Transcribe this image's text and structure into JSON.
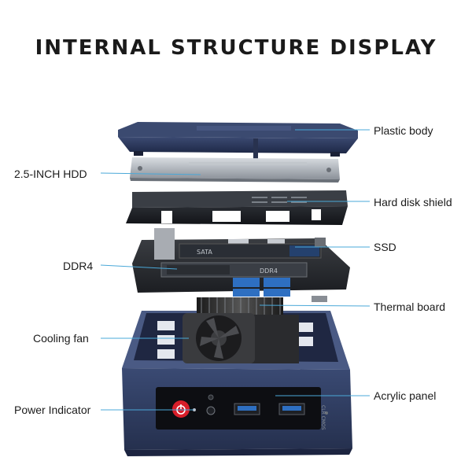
{
  "title": "INTERNAL STRUCTURE DISPLAY",
  "colors": {
    "line_accent": "#4aa8d8",
    "chassis_blue": "#2f3f66",
    "power_red": "#d81e2a"
  },
  "labels": {
    "plastic_body": "Plastic body",
    "hdd": "2.5-INCH HDD",
    "hard_disk_shield": "Hard disk shield",
    "ssd": "SSD",
    "ddr4": "DDR4",
    "thermal_board": "Thermal board",
    "cooling_fan": "Cooling fan",
    "acrylic_panel": "Acrylic panel",
    "power_indicator": "Power Indicator"
  },
  "printed_text": {
    "ssd_chip": "SATA",
    "ram_chip": "DDR4",
    "clr_cmos": "CLR CMOS"
  },
  "icons": [
    "power-icon",
    "usb-port-icon",
    "audio-jack-icon"
  ]
}
